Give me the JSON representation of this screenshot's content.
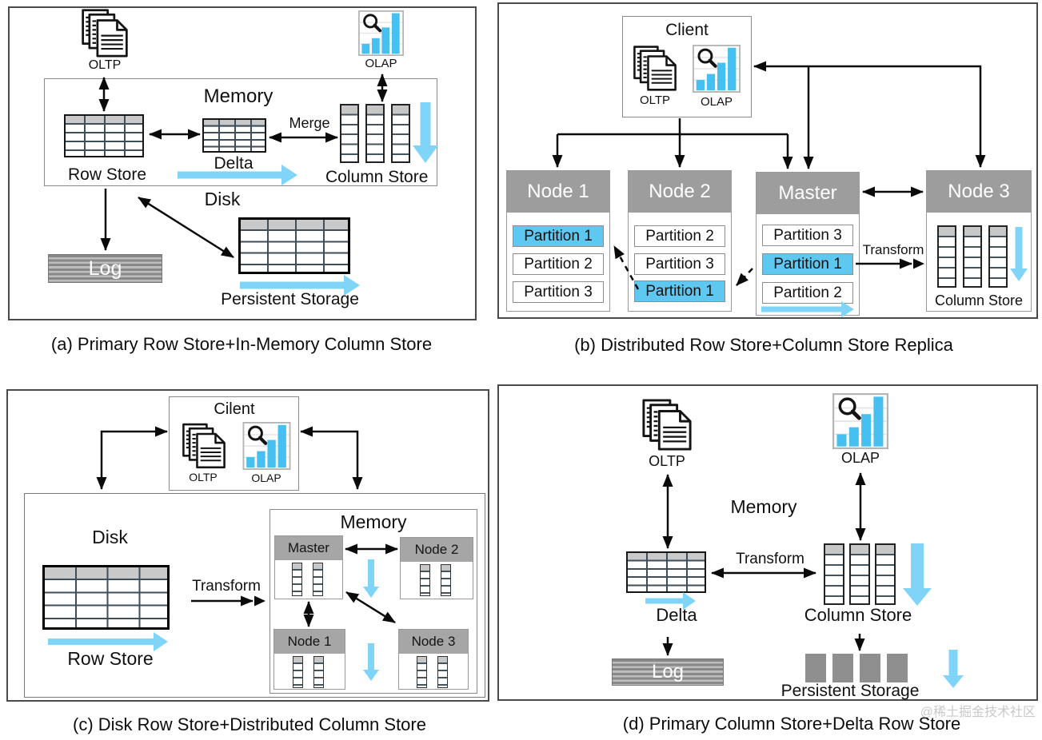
{
  "panels": {
    "a": {
      "caption": "(a) Primary Row Store+In-Memory Column Store",
      "oltp": "OLTP",
      "olap": "OLAP",
      "memory": "Memory",
      "merge": "Merge",
      "delta": "Delta",
      "row_store": "Row Store",
      "column_store": "Column Store",
      "disk": "Disk",
      "log": "Log",
      "persistent": "Persistent Storage"
    },
    "b": {
      "caption": "(b) Distributed Row Store+Column Store Replica",
      "client": "Client",
      "oltp": "OLTP",
      "olap": "OLAP",
      "transform": "Transform",
      "column_store": "Column Store",
      "nodes": [
        {
          "title": "Node 1",
          "partitions": [
            {
              "label": "Partition 1",
              "highlighted": true
            },
            {
              "label": "Partition 2",
              "highlighted": false
            },
            {
              "label": "Partition 3",
              "highlighted": false
            }
          ]
        },
        {
          "title": "Node 2",
          "partitions": [
            {
              "label": "Partition 2",
              "highlighted": false
            },
            {
              "label": "Partition 3",
              "highlighted": false
            },
            {
              "label": "Partition 1",
              "highlighted": true
            }
          ]
        },
        {
          "title": "Master",
          "partitions": [
            {
              "label": "Partition 3",
              "highlighted": false
            },
            {
              "label": "Partition 1",
              "highlighted": true
            },
            {
              "label": "Partition 2",
              "highlighted": false
            }
          ]
        },
        {
          "title": "Node 3",
          "partitions": []
        }
      ]
    },
    "c": {
      "caption": "(c) Disk Row Store+Distributed Column Store",
      "client": "Cilent",
      "oltp": "OLTP",
      "olap": "OLAP",
      "disk": "Disk",
      "row_store": "Row Store",
      "transform": "Transform",
      "memory": "Memory",
      "nodes": [
        "Master",
        "Node 2",
        "Node 1",
        "Node 3"
      ]
    },
    "d": {
      "caption": "(d) Primary Column Store+Delta Row Store",
      "oltp": "OLTP",
      "olap": "OLAP",
      "memory": "Memory",
      "transform": "Transform",
      "delta": "Delta",
      "column_store": "Column Store",
      "log": "Log",
      "persistent": "Persistent Storage"
    }
  },
  "watermark": "@稀土掘金技术社区",
  "colors": {
    "highlight_blue": "#5fc8f1",
    "arrow_blue": "#7fd4f7",
    "olap_bar_blue": "#45c0f0",
    "node_header_gray": "#9d9d9d",
    "table_header_gray": "#c9c9c9"
  }
}
